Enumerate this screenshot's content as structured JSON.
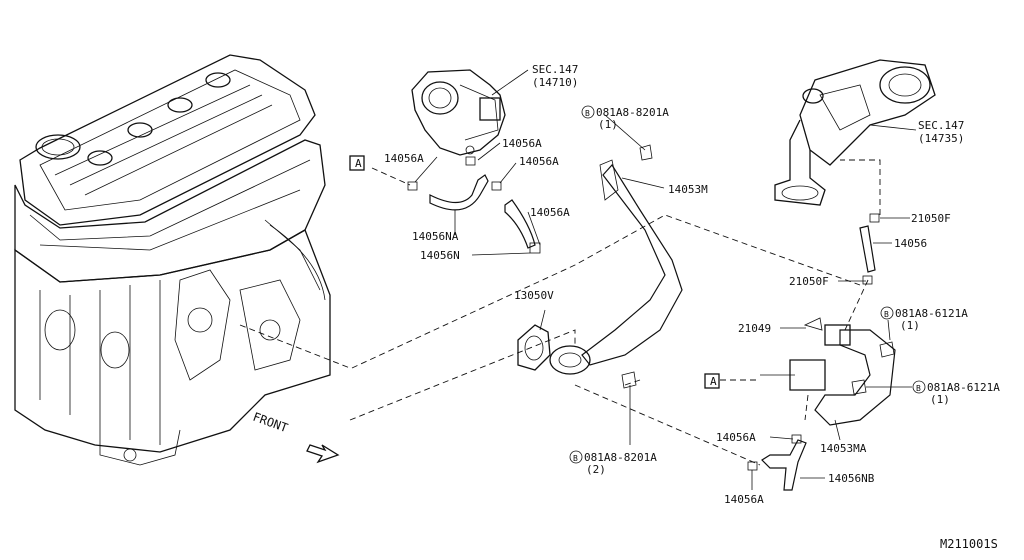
{
  "labels": {
    "sec147_top": "SEC.147",
    "sec147_top_sub": "(14710)",
    "sec147_right": "SEC.147",
    "sec147_right_sub": "(14735)",
    "bolt_top_code": "081A8-8201A",
    "bolt_top_qty": "(1)",
    "bolt_bottom_code": "081A8-8201A",
    "bolt_bottom_qty": "(2)",
    "bolt_right1_code": "081A8-6121A",
    "bolt_right1_qty": "(1)",
    "bolt_right2_code": "081A8-6121A",
    "bolt_right2_qty": "(1)",
    "bolt_prefix": "B",
    "p14056A_1": "14056A",
    "p14056A_2": "14056A",
    "p14056A_3": "14056A",
    "p14056A_4": "14056A",
    "p14056A_5": "14056A",
    "p14056A_6": "14056A",
    "p14056NA": "14056NA",
    "p14056N": "14056N",
    "p14053M": "14053M",
    "p21050F_1": "21050F",
    "p21050F_2": "21050F",
    "p14056": "14056",
    "p13050V": "13050V",
    "p21049": "21049",
    "p14053MA": "14053MA",
    "p14056NB": "14056NB",
    "ref_a_1": "A",
    "ref_a_2": "A",
    "front": "FRONT",
    "diagram_id": "M211001S"
  }
}
